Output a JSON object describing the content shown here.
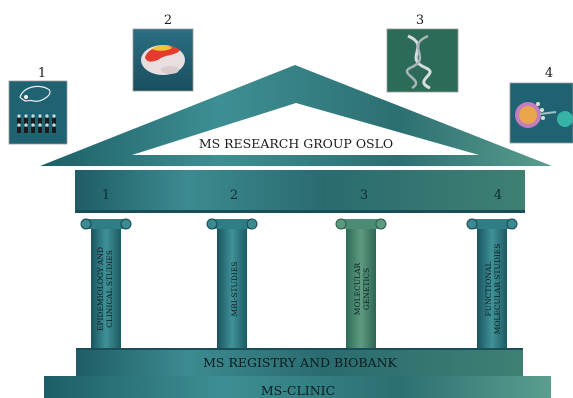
{
  "title": "MS RESEARCH GROUP OSLO",
  "registry": "MS REGISTRY AND BIOBANK",
  "clinic": "MS-CLINIC",
  "colors": {
    "teal_dark": "#1c5a64",
    "teal_mid": "#2f7f86",
    "teal_light": "#5aa8a7",
    "green": "#4d8f7a",
    "text_white": "#ffffff",
    "text_dark": "#1b1b1b"
  },
  "pillars": [
    {
      "number": "1",
      "label_lines": [
        "EPIDEMIOLOGY AND",
        "CLINICAL STUDIES"
      ]
    },
    {
      "number": "2",
      "label_lines": [
        "MRI-STUDIES"
      ]
    },
    {
      "number": "3",
      "label_lines": [
        "MOLECULAR",
        "GENETICS"
      ]
    },
    {
      "number": "4",
      "label_lines": [
        "FUNCTIONAL",
        "MOLECULAR STUDIES"
      ]
    }
  ],
  "thumbnails": [
    {
      "number": "1",
      "icon": "epidemiology-network-icon"
    },
    {
      "number": "2",
      "icon": "brain-mri-icon"
    },
    {
      "number": "3",
      "icon": "dna-helix-icon"
    },
    {
      "number": "4",
      "icon": "cell-molecule-icon"
    }
  ]
}
